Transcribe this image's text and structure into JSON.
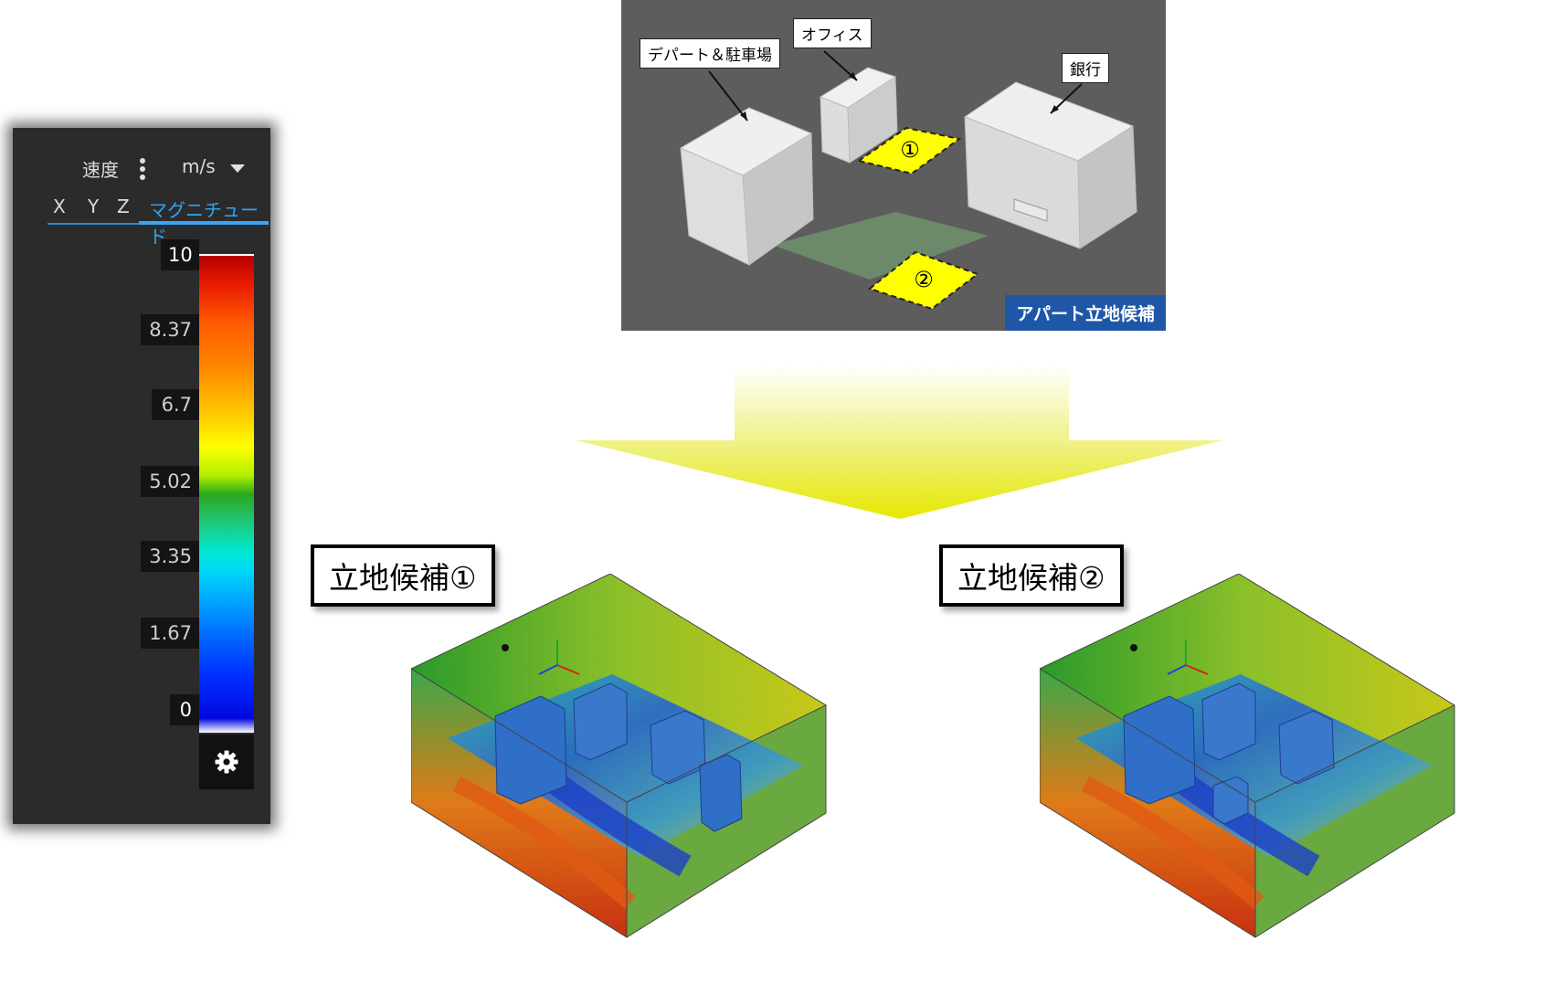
{
  "legend": {
    "quantity": "速度",
    "unit": "m/s",
    "tabs": [
      "X",
      "Y",
      "Z",
      "マグニチュード"
    ],
    "active_tab": "マグニチュード",
    "ticks": [
      "10",
      "8.37",
      "6.7",
      "5.02",
      "3.35",
      "1.67",
      "0"
    ],
    "icons": {
      "more": "more-vert-icon",
      "dropdown": "chevron-down-icon",
      "settings": "gear-icon"
    }
  },
  "scene": {
    "labels": {
      "dept": "デパート＆駐車場",
      "office": "オフィス",
      "bank": "銀行"
    },
    "sites": [
      "①",
      "②"
    ],
    "tag": "アパート立地候補",
    "colors": {
      "background": "#5d5d5d",
      "site_fill": "#ffff00",
      "tag_bg": "#1f57a8"
    }
  },
  "candidates": [
    {
      "label": "立地候補①"
    },
    {
      "label": "立地候補②"
    }
  ]
}
